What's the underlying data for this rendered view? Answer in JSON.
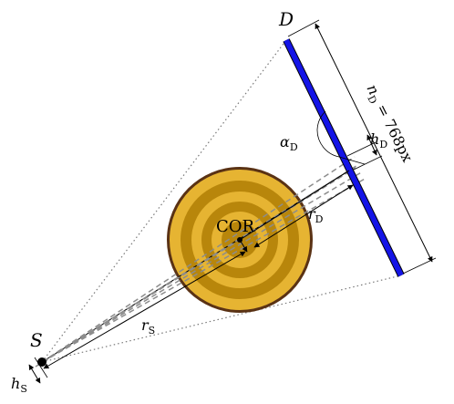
{
  "labels": {
    "source": "S",
    "detector": "D",
    "cor": "COR",
    "r_s": "r",
    "r_s_sub": "S",
    "r_d": "r",
    "r_d_sub": "D",
    "alpha": "α",
    "alpha_sub": "D",
    "h_d": "h",
    "h_d_sub": "D",
    "h_s": "h",
    "h_s_sub": "S",
    "n_d": "n",
    "n_d_sub": "D",
    "n_d_value": " = 768px"
  },
  "colors": {
    "detector_fill": "#1414e6",
    "object_outer": "#5a3214",
    "object_light": "#e6b432",
    "object_dark": "#b8860b",
    "dashed_rays": "#8c8c8c",
    "dotted_fan": "#7a7a7a"
  }
}
